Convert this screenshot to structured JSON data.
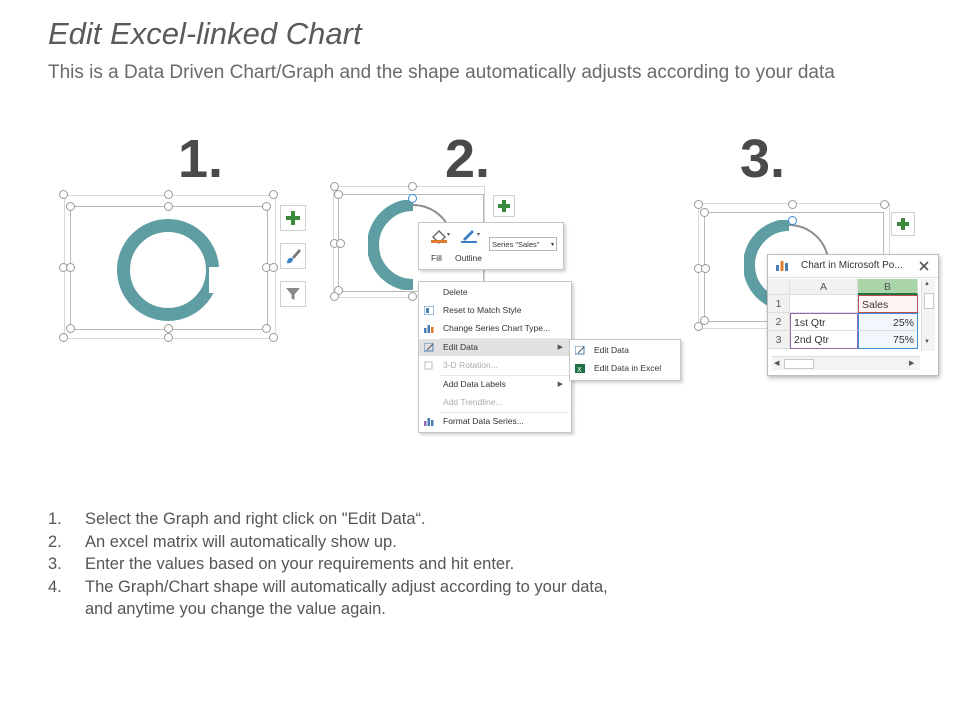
{
  "title": "Edit Excel-linked Chart",
  "subtitle": "This is a Data Driven Chart/Graph and the shape automatically adjusts according to your data",
  "steps": {
    "one": {
      "number": "1."
    },
    "two": {
      "number": "2."
    },
    "three": {
      "number": "3."
    }
  },
  "side_buttons": {
    "plus_icon": "plus-icon",
    "brush_icon": "brush-icon",
    "filter_icon": "filter-icon"
  },
  "format_toolbar": {
    "fill_label": "Fill",
    "outline_label": "Outline",
    "series_select_value": "Series \"Sales\""
  },
  "context_menu": {
    "items": [
      {
        "label": "Delete",
        "state": "normal"
      },
      {
        "label": "Reset to Match Style",
        "state": "normal"
      },
      {
        "label": "Change Series Chart Type...",
        "state": "normal"
      },
      {
        "label": "Edit Data",
        "state": "highlighted",
        "submenu": true
      },
      {
        "label": "3-D Rotation...",
        "state": "disabled"
      },
      {
        "label": "Add Data Labels",
        "state": "normal",
        "submenu": true
      },
      {
        "label": "Add Trendline...",
        "state": "disabled"
      },
      {
        "label": "Format Data Series...",
        "state": "normal"
      }
    ],
    "submenu": [
      {
        "label": "Edit Data"
      },
      {
        "label": "Edit Data in Excel"
      }
    ]
  },
  "excel": {
    "window_title": "Chart in Microsoft Po...",
    "columns": [
      "A",
      "B"
    ],
    "rows": [
      {
        "row": "1",
        "a": "",
        "b": "Sales"
      },
      {
        "row": "2",
        "a": "1st Qtr",
        "b": "25%"
      },
      {
        "row": "3",
        "a": "2nd Qtr",
        "b": "75%"
      }
    ]
  },
  "instructions": [
    {
      "num": "1.",
      "text": "Select the Graph and right click on \"Edit Data“."
    },
    {
      "num": "2.",
      "text": "An excel matrix will automatically show up."
    },
    {
      "num": "3.",
      "text": "Enter the values based on your requirements and hit enter."
    },
    {
      "num": "4.",
      "text": "The Graph/Chart shape will automatically adjust according to your data,",
      "continuation": "and anytime you change the value again."
    }
  ],
  "colors": {
    "donut_teal": "#5e9ea2",
    "donut_gray": "#8d8d8d",
    "plus_green": "#3a8a3a",
    "excel_green": "#217346",
    "header_green": "#a9d5a9",
    "selection_blue": "#3a8fd8",
    "selection_purple": "#8e6bb0"
  },
  "donut_values": {
    "sales_1st_qtr": 0.25,
    "sales_2nd_qtr": 0.75
  }
}
